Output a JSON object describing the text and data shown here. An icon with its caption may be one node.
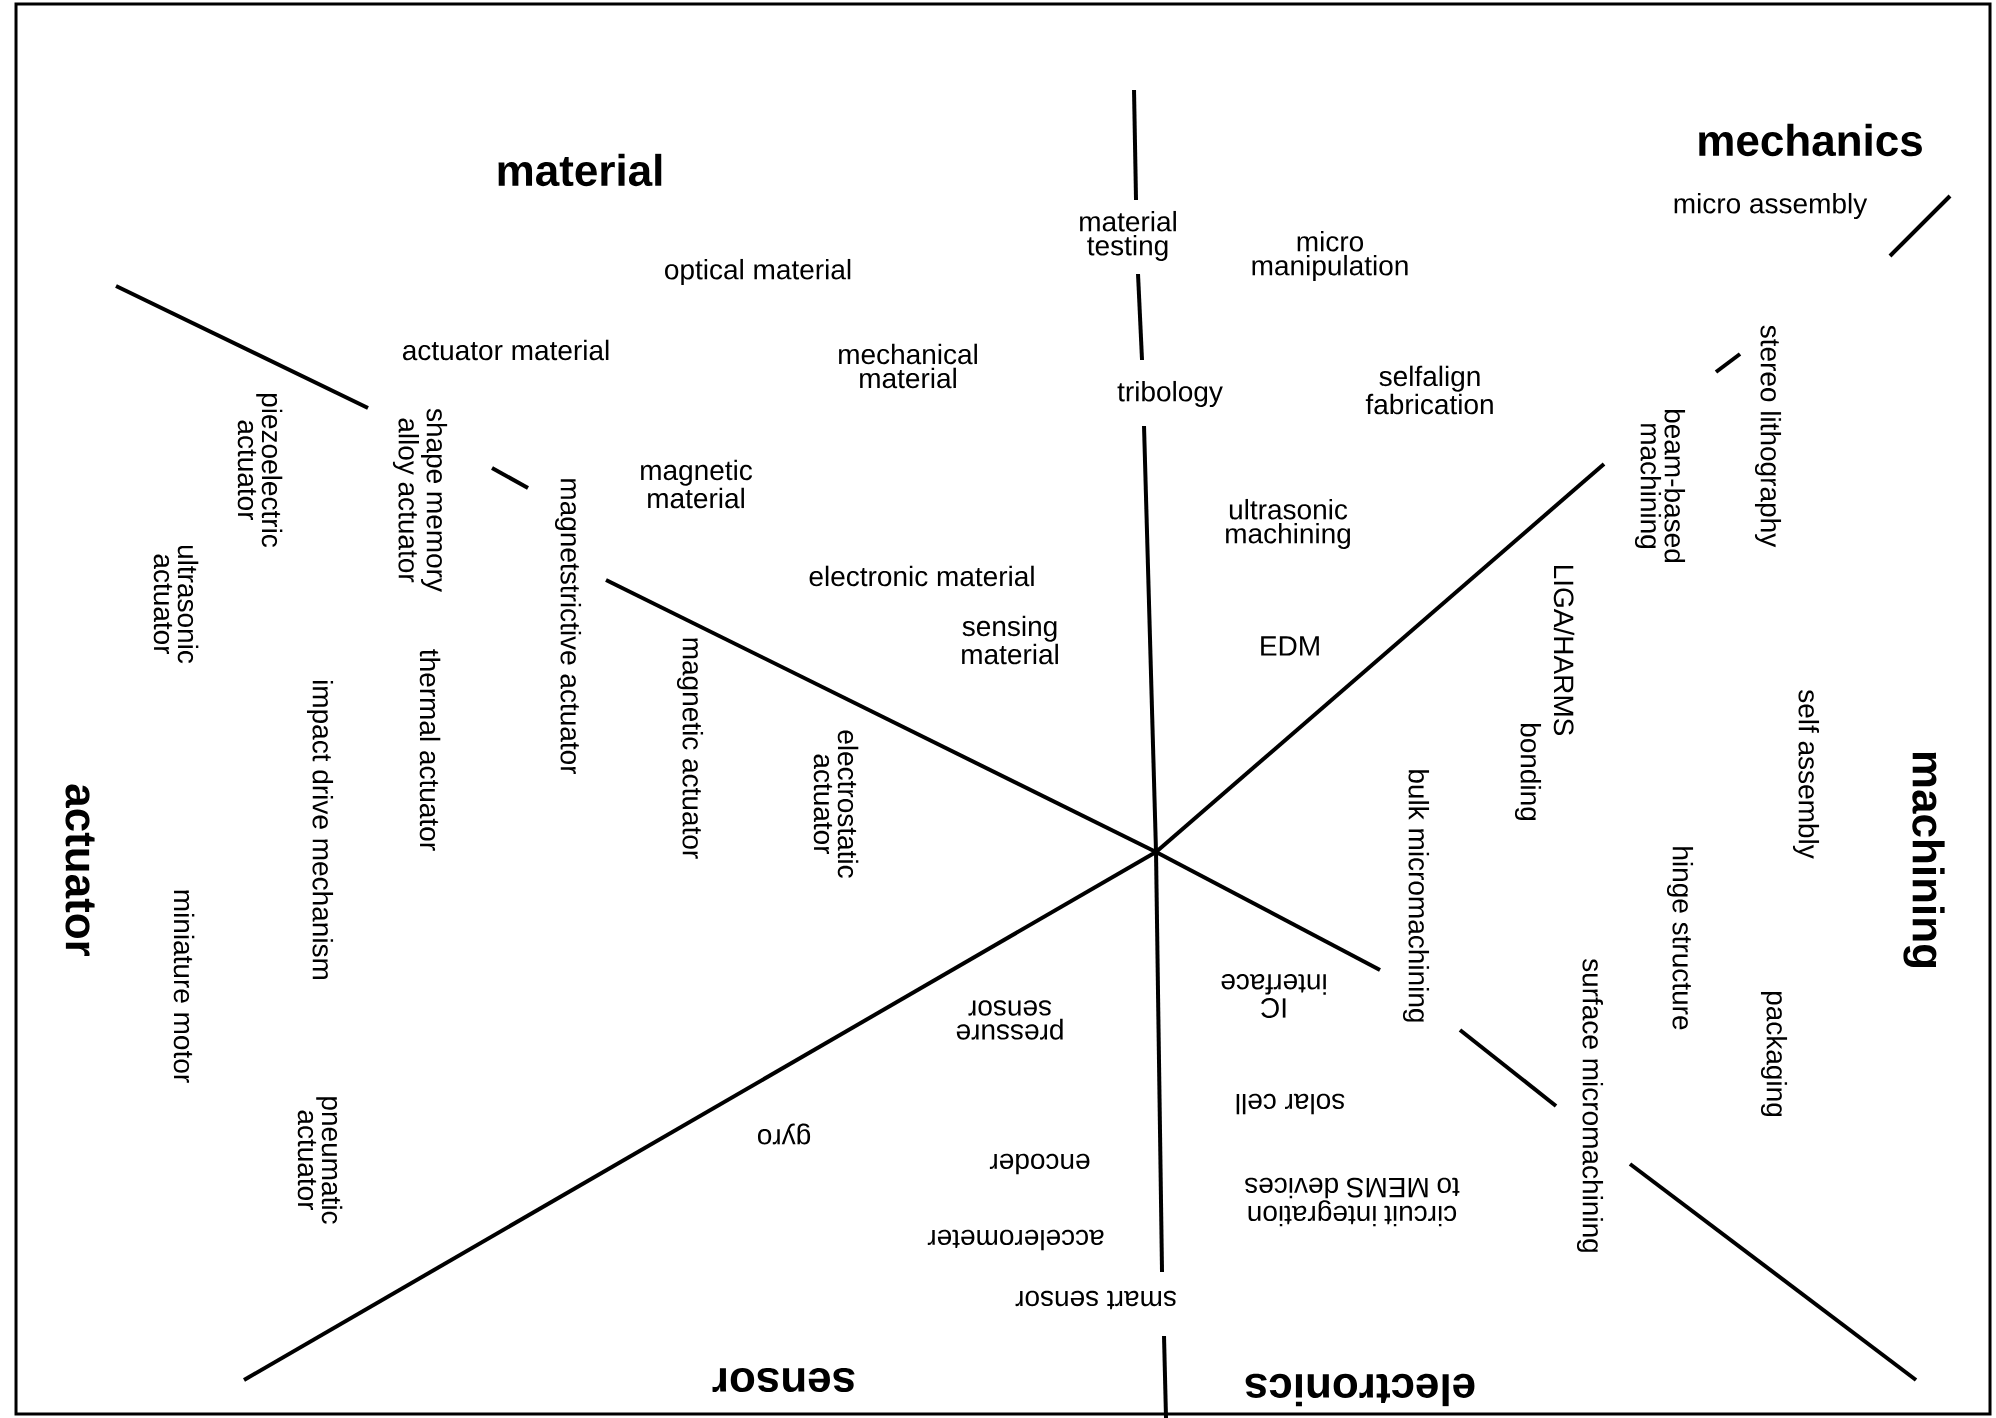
{
  "diagram": {
    "labels": [
      "material",
      "mechanics",
      "optical material",
      "material testing",
      "micro manipulation",
      "micro assembly",
      "actuator material",
      "mechanical material",
      "tribology",
      "selfalign fabrication",
      "magnetic material",
      "ultrasonic machining",
      "electronic material",
      "sensing material",
      "EDM",
      "ultrasonic actuator",
      "piezoelectric actuator",
      "shape memory alloy actuator",
      "magnetstrictive actuator",
      "magnetic actuator",
      "electrostatic actuator",
      "thermal actuator",
      "impact drive mechanism",
      "miniature motor",
      "pneumatic actuator",
      "actuator",
      "beam-based machining",
      "stereo lithography",
      "LIGA/HARMS",
      "self assembly",
      "bonding",
      "bulk micromachining",
      "hinge structure",
      "surface micromachining",
      "packaging",
      "machining",
      "pressure sensor",
      "gyro",
      "encoder",
      "accelerometer",
      "smart sensor",
      "IC interface",
      "solar cell",
      "circuit integration to MEMS devices",
      "sensor",
      "electronics"
    ]
  }
}
